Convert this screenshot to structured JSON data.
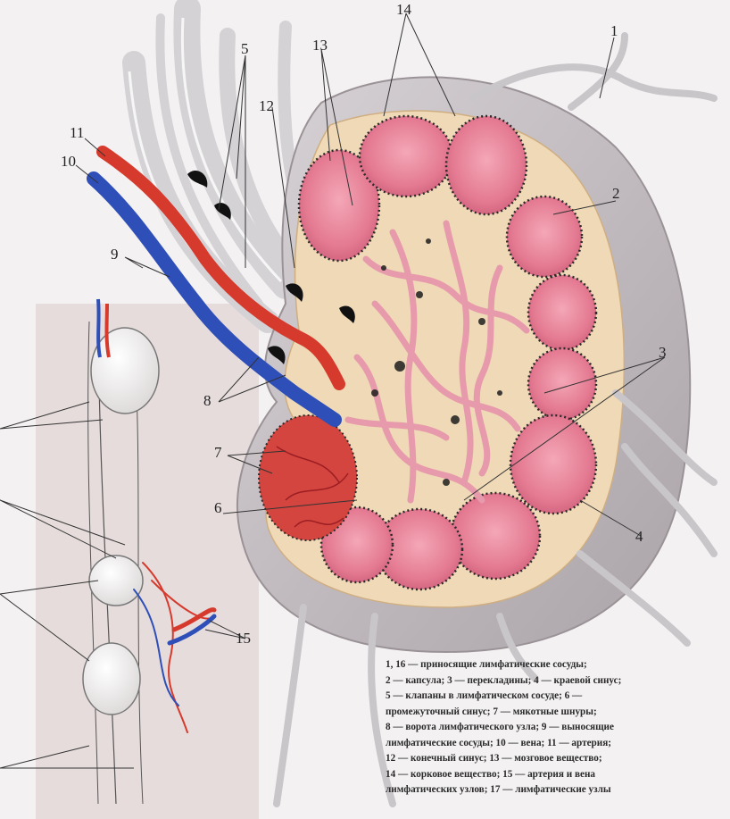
{
  "labels": {
    "n1": "1",
    "n2": "2",
    "n3": "3",
    "n4": "4",
    "n5": "5",
    "n6": "6",
    "n7": "7",
    "n8": "8",
    "n9": "9",
    "n10": "10",
    "n11": "11",
    "n12": "12",
    "n13": "13",
    "n14": "14",
    "n15": "15"
  },
  "legend": [
    "1, 16 — приносящие лимфатические сосуды;",
    "2 — капсула; 3 — перекладины; 4 — краевой синус;",
    "5 — клапаны в лимфатическом сосуде; 6 —",
    "промежуточный синус; 7 — мякотные шнуры;",
    "8 — ворота лимфатического узла; 9 — выносящие",
    "лимфатические сосуды; 10 — вена; 11 — артерия;",
    "12 — конечный синус; 13 — мозговое вещество;",
    "14 — корковое вещество; 15 — артерия и вена",
    "лимфатических узлов; 17 — лимфатические узлы"
  ],
  "colors": {
    "artery": "#d63a2c",
    "vein": "#2e4fb8",
    "capsule": "#c9c3c6",
    "sinus": "#efd9b6",
    "follicle": "#e57f96",
    "vessel": "#dcd9dc"
  }
}
